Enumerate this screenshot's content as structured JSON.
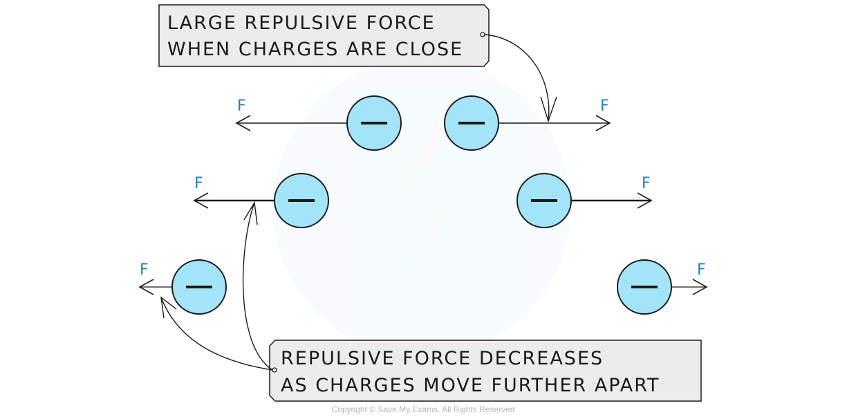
{
  "title": "Repulsion between like charges",
  "callouts": {
    "top": {
      "lines": [
        "LARGE REPULSIVE FORCE",
        "WHEN CHARGES ARE CLOSE"
      ]
    },
    "bottom": {
      "lines": [
        "REPULSIVE FORCE DECREASES",
        "AS CHARGES MOVE FURTHER APART"
      ]
    }
  },
  "charges": [
    {
      "row": "close",
      "side": "left",
      "sign": "−",
      "force_label": "F"
    },
    {
      "row": "close",
      "side": "right",
      "sign": "−",
      "force_label": "F"
    },
    {
      "row": "medium",
      "side": "left",
      "sign": "−",
      "force_label": "F"
    },
    {
      "row": "medium",
      "side": "right",
      "sign": "−",
      "force_label": "F"
    },
    {
      "row": "far",
      "side": "left",
      "sign": "−",
      "force_label": "F"
    },
    {
      "row": "far",
      "side": "right",
      "sign": "−",
      "force_label": "F"
    }
  ],
  "colors": {
    "charge_fill": "#a3e4f8",
    "force_label": "#1f7fc4",
    "callout_fill": "#ececec",
    "outline": "#1a1a1a"
  },
  "copyright": "Copyright © Save My Exams. All Rights Reserved"
}
